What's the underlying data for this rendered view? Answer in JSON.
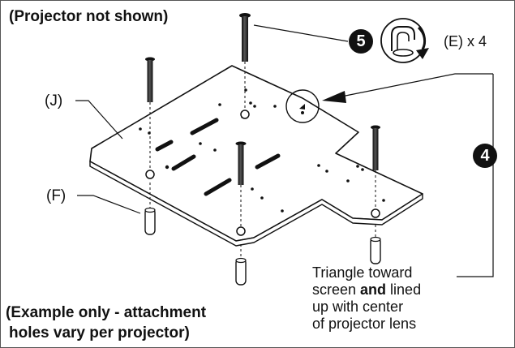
{
  "notes": {
    "top": "(Projector not shown)",
    "bottom_line1": "(Example only - attachment",
    "bottom_line2": "holes vary per projector)"
  },
  "labels": {
    "plate": "(J)",
    "spacer": "(F)"
  },
  "step5": {
    "number": "5",
    "hardware_quantity": "(E) x 4",
    "icon": "screwdriver-rotate-icon"
  },
  "step4": {
    "number": "4",
    "note_line1": "Triangle toward",
    "note_line2_pre": "screen ",
    "note_line2_bold": "and",
    "note_line2_post": " lined",
    "note_line3": "up with center",
    "note_line4": "of projector lens"
  },
  "colors": {
    "ink": "#111111",
    "paper": "#ffffff"
  }
}
